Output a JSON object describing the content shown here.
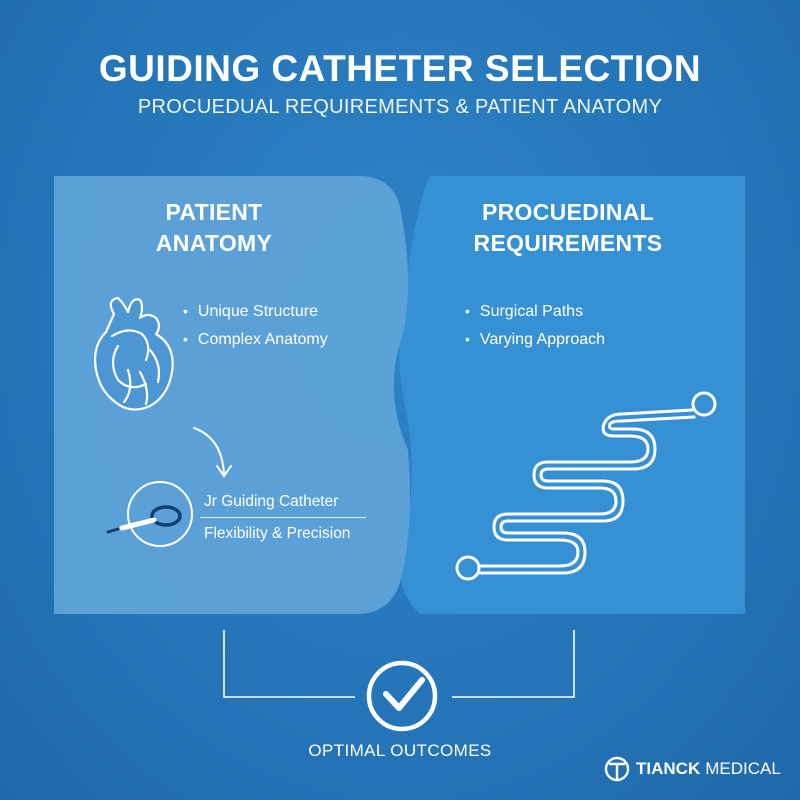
{
  "header": {
    "title": "GUIDING CATHETER SELECTION",
    "subtitle": "PROCUEDUAL REQUIREMENTS & PATIENT ANATOMY"
  },
  "left_panel": {
    "heading_line1": "PATIENT",
    "heading_line2": "ANATOMY",
    "icon": "heart-icon",
    "bullets": [
      "Unique Structure",
      "Complex Anatomy"
    ],
    "catheter": {
      "icon": "catheter-icon",
      "title": "Jr Guiding Catheter",
      "subtitle": "Flexibility & Precision"
    }
  },
  "right_panel": {
    "heading_line1": "PROCUEDINAL",
    "heading_line2": "REQUIREMENTS",
    "icon": "winding-path-icon",
    "bullets": [
      "Surgical Paths",
      "Varying Approach"
    ]
  },
  "outcome": {
    "icon": "checkmark-circle-icon",
    "label": "OPTIMAL OUTCOMES"
  },
  "brand": {
    "icon": "tianck-logo-icon",
    "name_bold": "TIANCK",
    "name_rest": "MEDICAL"
  },
  "colors": {
    "background": "#2576b9",
    "left_panel": "#5ea3d8",
    "right_panel": "#3691d4",
    "text": "#ffffff"
  }
}
